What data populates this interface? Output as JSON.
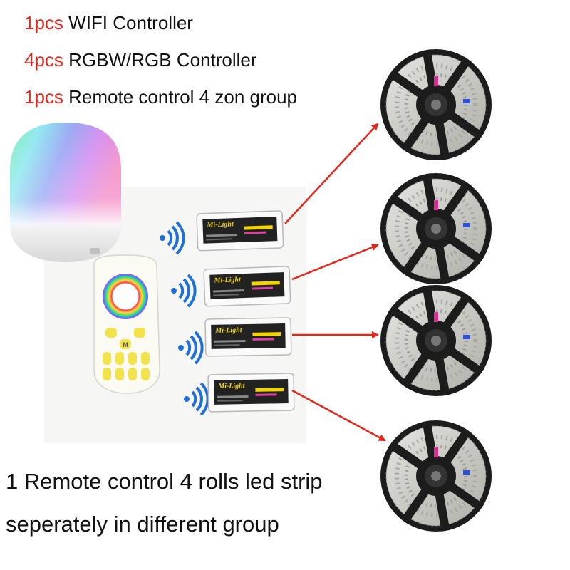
{
  "header_lines": [
    {
      "qty": "1pcs",
      "label": "WIFI Controller"
    },
    {
      "qty": "4pcs",
      "label": "RGBW/RGB Controller"
    },
    {
      "qty": "1pcs",
      "label": "Remote control 4 zon group"
    }
  ],
  "caption_lines": [
    "1 Remote control 4 rolls led strip",
    "seperately in different group"
  ],
  "controller_brand": "Mi-Light",
  "remote_buttons": [
    "M"
  ],
  "colors": {
    "quantity_text": "#e4271c",
    "arrow": "#e4271c",
    "wifi_signal": "#1e6fd6",
    "remote_button": "#f2e34c"
  }
}
